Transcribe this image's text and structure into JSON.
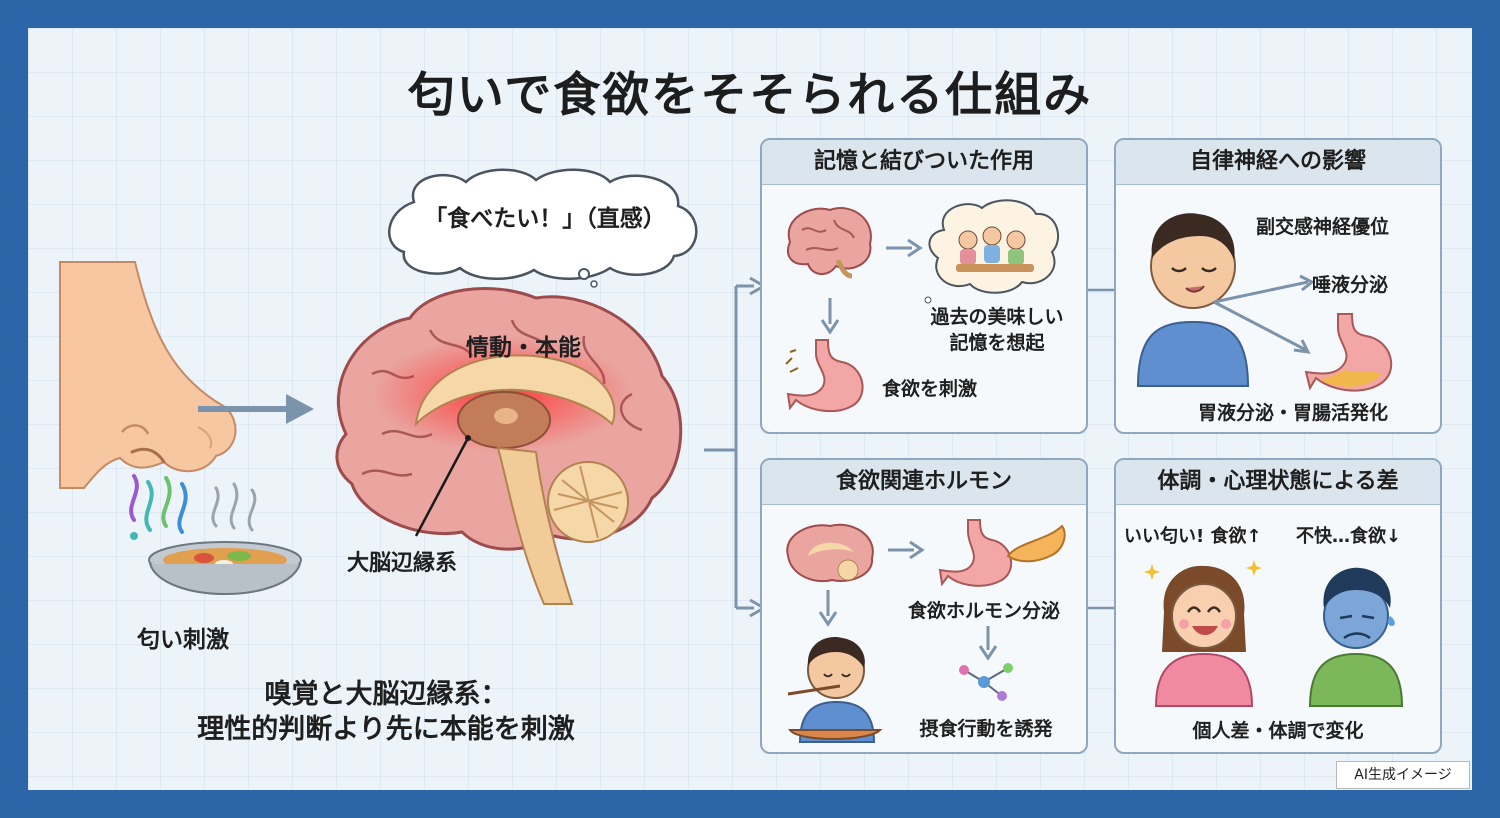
{
  "title": "匂いで食欲をそそられる仕組み",
  "left": {
    "stimulus_label": "匂い刺激",
    "thought": "「食べたい！」（直感）",
    "brain_region_label": "情動・本能",
    "limbic_label": "大脳辺縁系",
    "summary_line1": "嗅覚と大脳辺縁系：",
    "summary_line2": "理性的判断より先に本能を刺激"
  },
  "panels": {
    "memory": {
      "header": "記憶と結びついた作用",
      "recall_line1": "過去の美味しい",
      "recall_line2": "記憶を想起",
      "appetite": "食欲を刺激"
    },
    "autonomic": {
      "header": "自律神経への影響",
      "parasympathetic": "副交感神経優位",
      "saliva": "唾液分泌",
      "gastric": "胃液分泌・胃腸活発化"
    },
    "hormone": {
      "header": "食欲関連ホルモン",
      "secretion": "食欲ホルモン分泌",
      "behavior": "摂食行動を誘発"
    },
    "condition": {
      "header": "体調・心理状態による差",
      "good_smell": "いい匂い! 食欲↑",
      "bad_smell": "不快…食欲↓",
      "footer": "個人差・体調で変化"
    }
  },
  "badge": "AI生成イメージ"
}
